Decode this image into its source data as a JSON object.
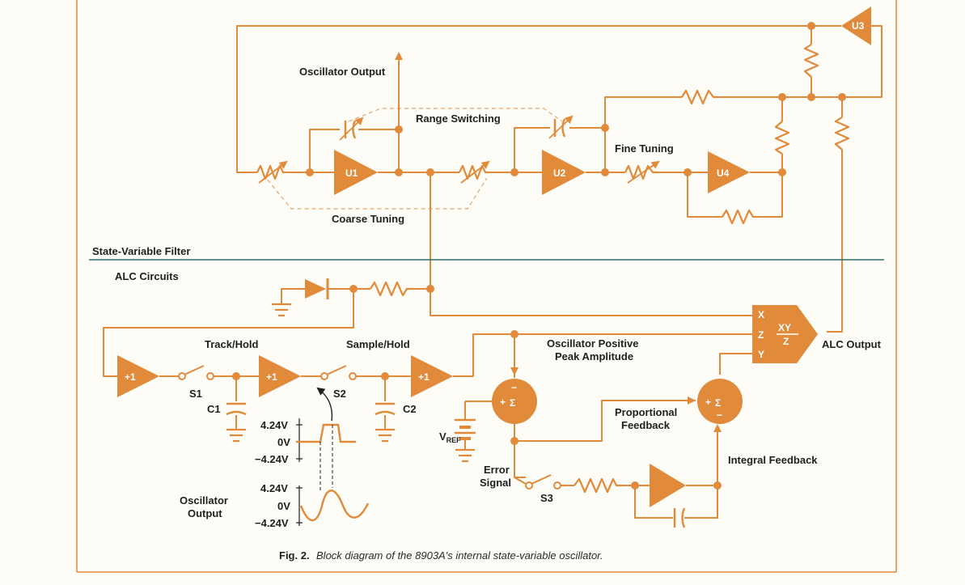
{
  "colors": {
    "accent": "#e08a3a",
    "divider": "#2f6e68",
    "text": "#1f1f1f",
    "background": "#fdfcf7"
  },
  "sections": {
    "top": "State-Variable Filter",
    "bottom": "ALC Circuits"
  },
  "amplifiers": {
    "u1": "U1",
    "u2": "U2",
    "u3": "U3",
    "u4": "U4",
    "buffer": "+1"
  },
  "labels": {
    "oscillator_output_top": "Oscillator Output",
    "range_switching": "Range Switching",
    "fine_tuning": "Fine Tuning",
    "coarse_tuning": "Coarse Tuning",
    "track_hold": "Track/Hold",
    "sample_hold": "Sample/Hold",
    "osc_pos_peak_1": "Oscillator Positive",
    "osc_pos_peak_2": "Peak Amplitude",
    "alc_output": "ALC Output",
    "proportional_1": "Proportional",
    "proportional_2": "Feedback",
    "integral": "Integral Feedback",
    "error_1": "Error",
    "error_2": "Signal",
    "osc_output_1": "Oscillator",
    "osc_output_2": "Output",
    "vref": "V",
    "vref_sub": "REF"
  },
  "components": {
    "s1": "S1",
    "s2": "S2",
    "s3": "S3",
    "c1": "C1",
    "c2": "C2"
  },
  "multiplier": {
    "x": "X",
    "z": "Z",
    "y": "Y",
    "numerator": "XY",
    "denominator": "Z"
  },
  "summers": {
    "plus": "+",
    "minus": "−",
    "sigma": "Σ"
  },
  "waveform": {
    "square": {
      "top": "4.24V",
      "mid": "0V",
      "bottom": "−4.24V"
    },
    "sine": {
      "top": "4.24V",
      "mid": "0V",
      "bottom": "−4.24V"
    }
  },
  "caption": {
    "prefix": "Fig. 2.",
    "text": "Block diagram of the 8903A's internal state-variable oscillator."
  }
}
